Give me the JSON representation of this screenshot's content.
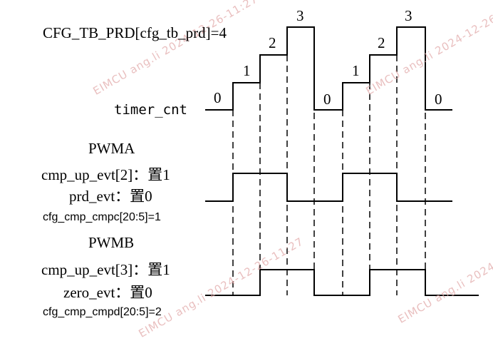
{
  "title": "CFG_TB_PRD[cfg_tb_prd]=4",
  "timer": {
    "label": "timer_cnt",
    "values": [
      "0",
      "1",
      "2",
      "3",
      "0",
      "1",
      "2",
      "3",
      "0"
    ]
  },
  "pwma": {
    "heading": "PWMA",
    "rule1": "cmp_up_evt[2]：置1",
    "rule2": "prd_evt：置0",
    "config": "cfg_cmp_cmpc[20:5]=1"
  },
  "pwmb": {
    "heading": "PWMB",
    "rule1": "cmp_up_evt[3]：置1",
    "rule2": "zero_evt：置0",
    "config": "cfg_cmp_cmpd[20:5]=2"
  },
  "watermark": "EIMCU ang.li 2024-12-26-11:27"
}
